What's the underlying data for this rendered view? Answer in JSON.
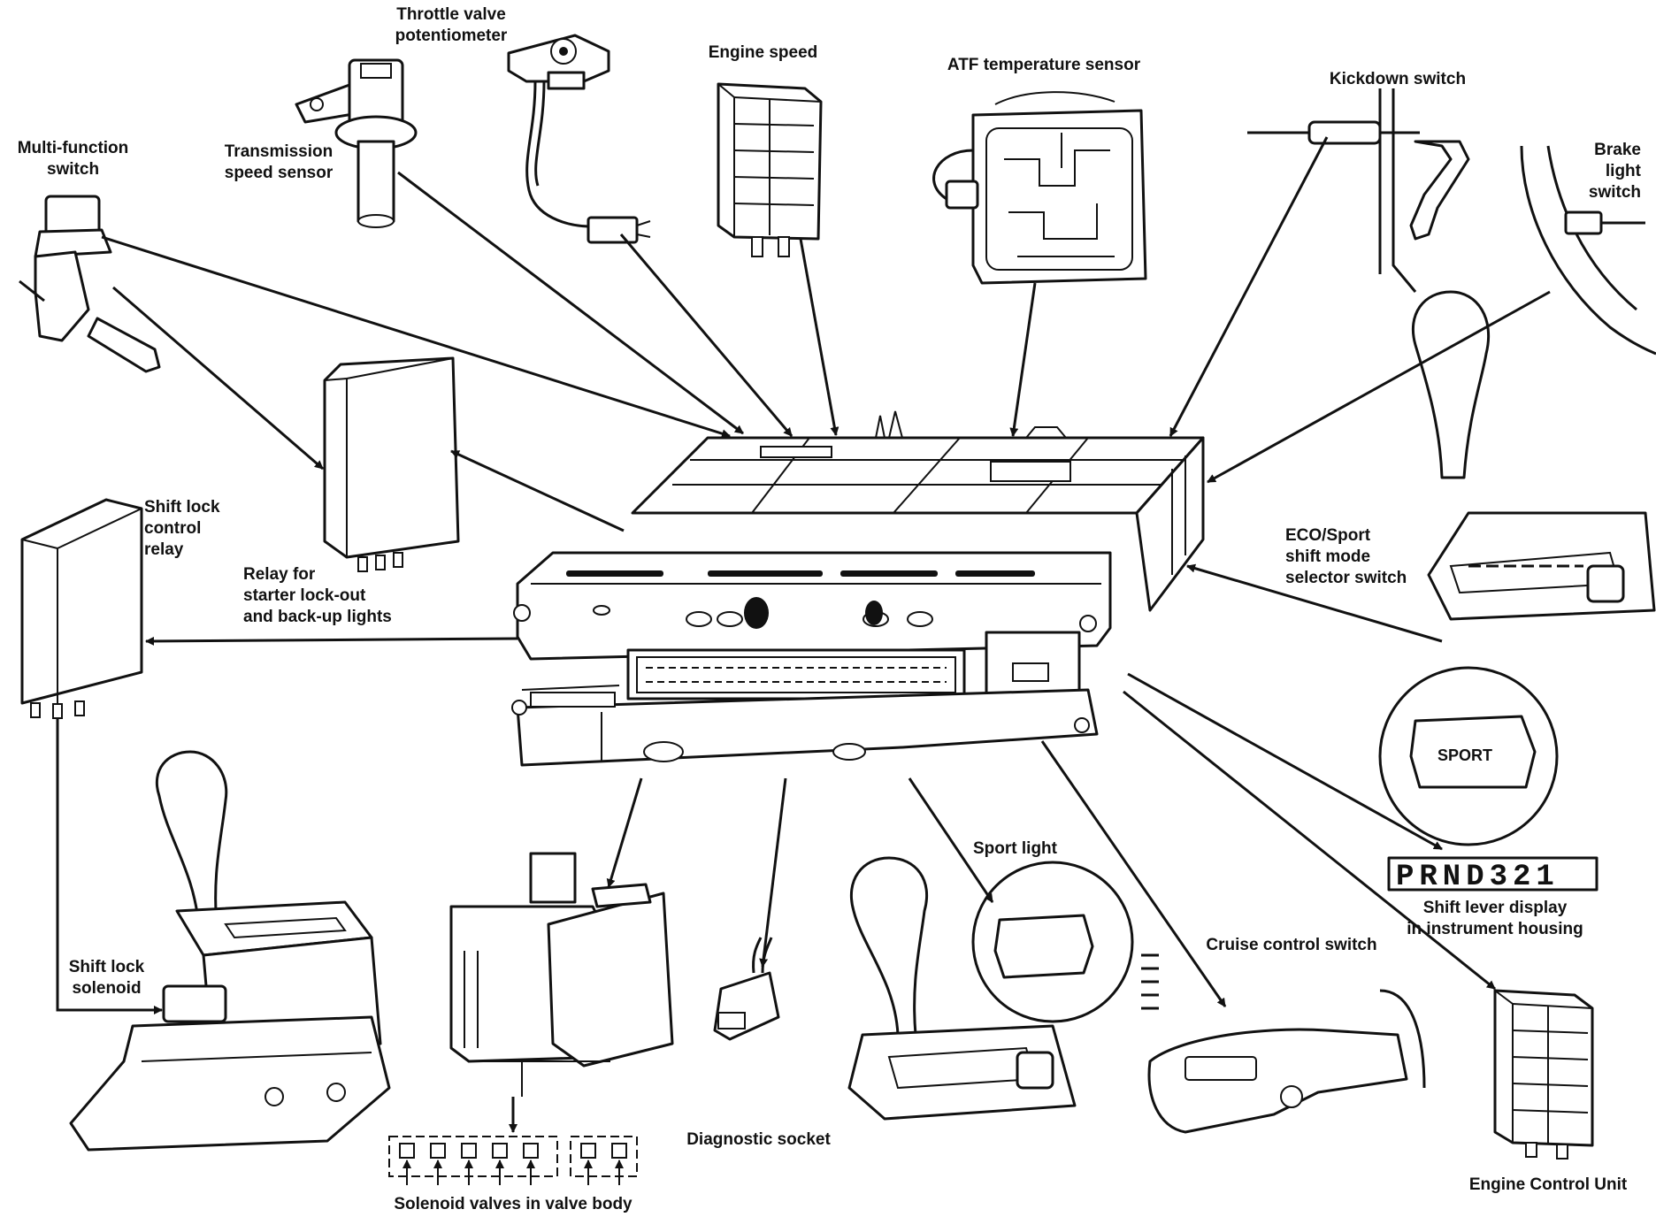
{
  "labels": {
    "throttle_valve": "Throttle valve\npotentiometer",
    "transmission_speed": "Transmission\nspeed sensor",
    "engine_speed": "Engine speed",
    "atf_temperature": "ATF temperature sensor",
    "kickdown_switch": "Kickdown switch",
    "brake_light": "Brake\nlight\nswitch",
    "multi_function": "Multi-function\nswitch",
    "shift_lock_relay": "Shift lock\ncontrol\nrelay",
    "starter_relay": "Relay for\nstarter lock-out\nand back-up lights",
    "eco_sport": "ECO/Sport\nshift mode\nselector switch",
    "sport_light": "Sport light",
    "shift_display": "Shift lever display\nin instrument housing",
    "cruise_control": "Cruise control switch",
    "shift_lock_solenoid": "Shift lock\nsolenoid",
    "solenoid_valves": "Solenoid valves in valve body",
    "diagnostic_socket": "Diagnostic socket",
    "engine_control_unit": "Engine Control Unit"
  },
  "display": {
    "gears": "PRND321"
  },
  "button_text": "SPORT"
}
